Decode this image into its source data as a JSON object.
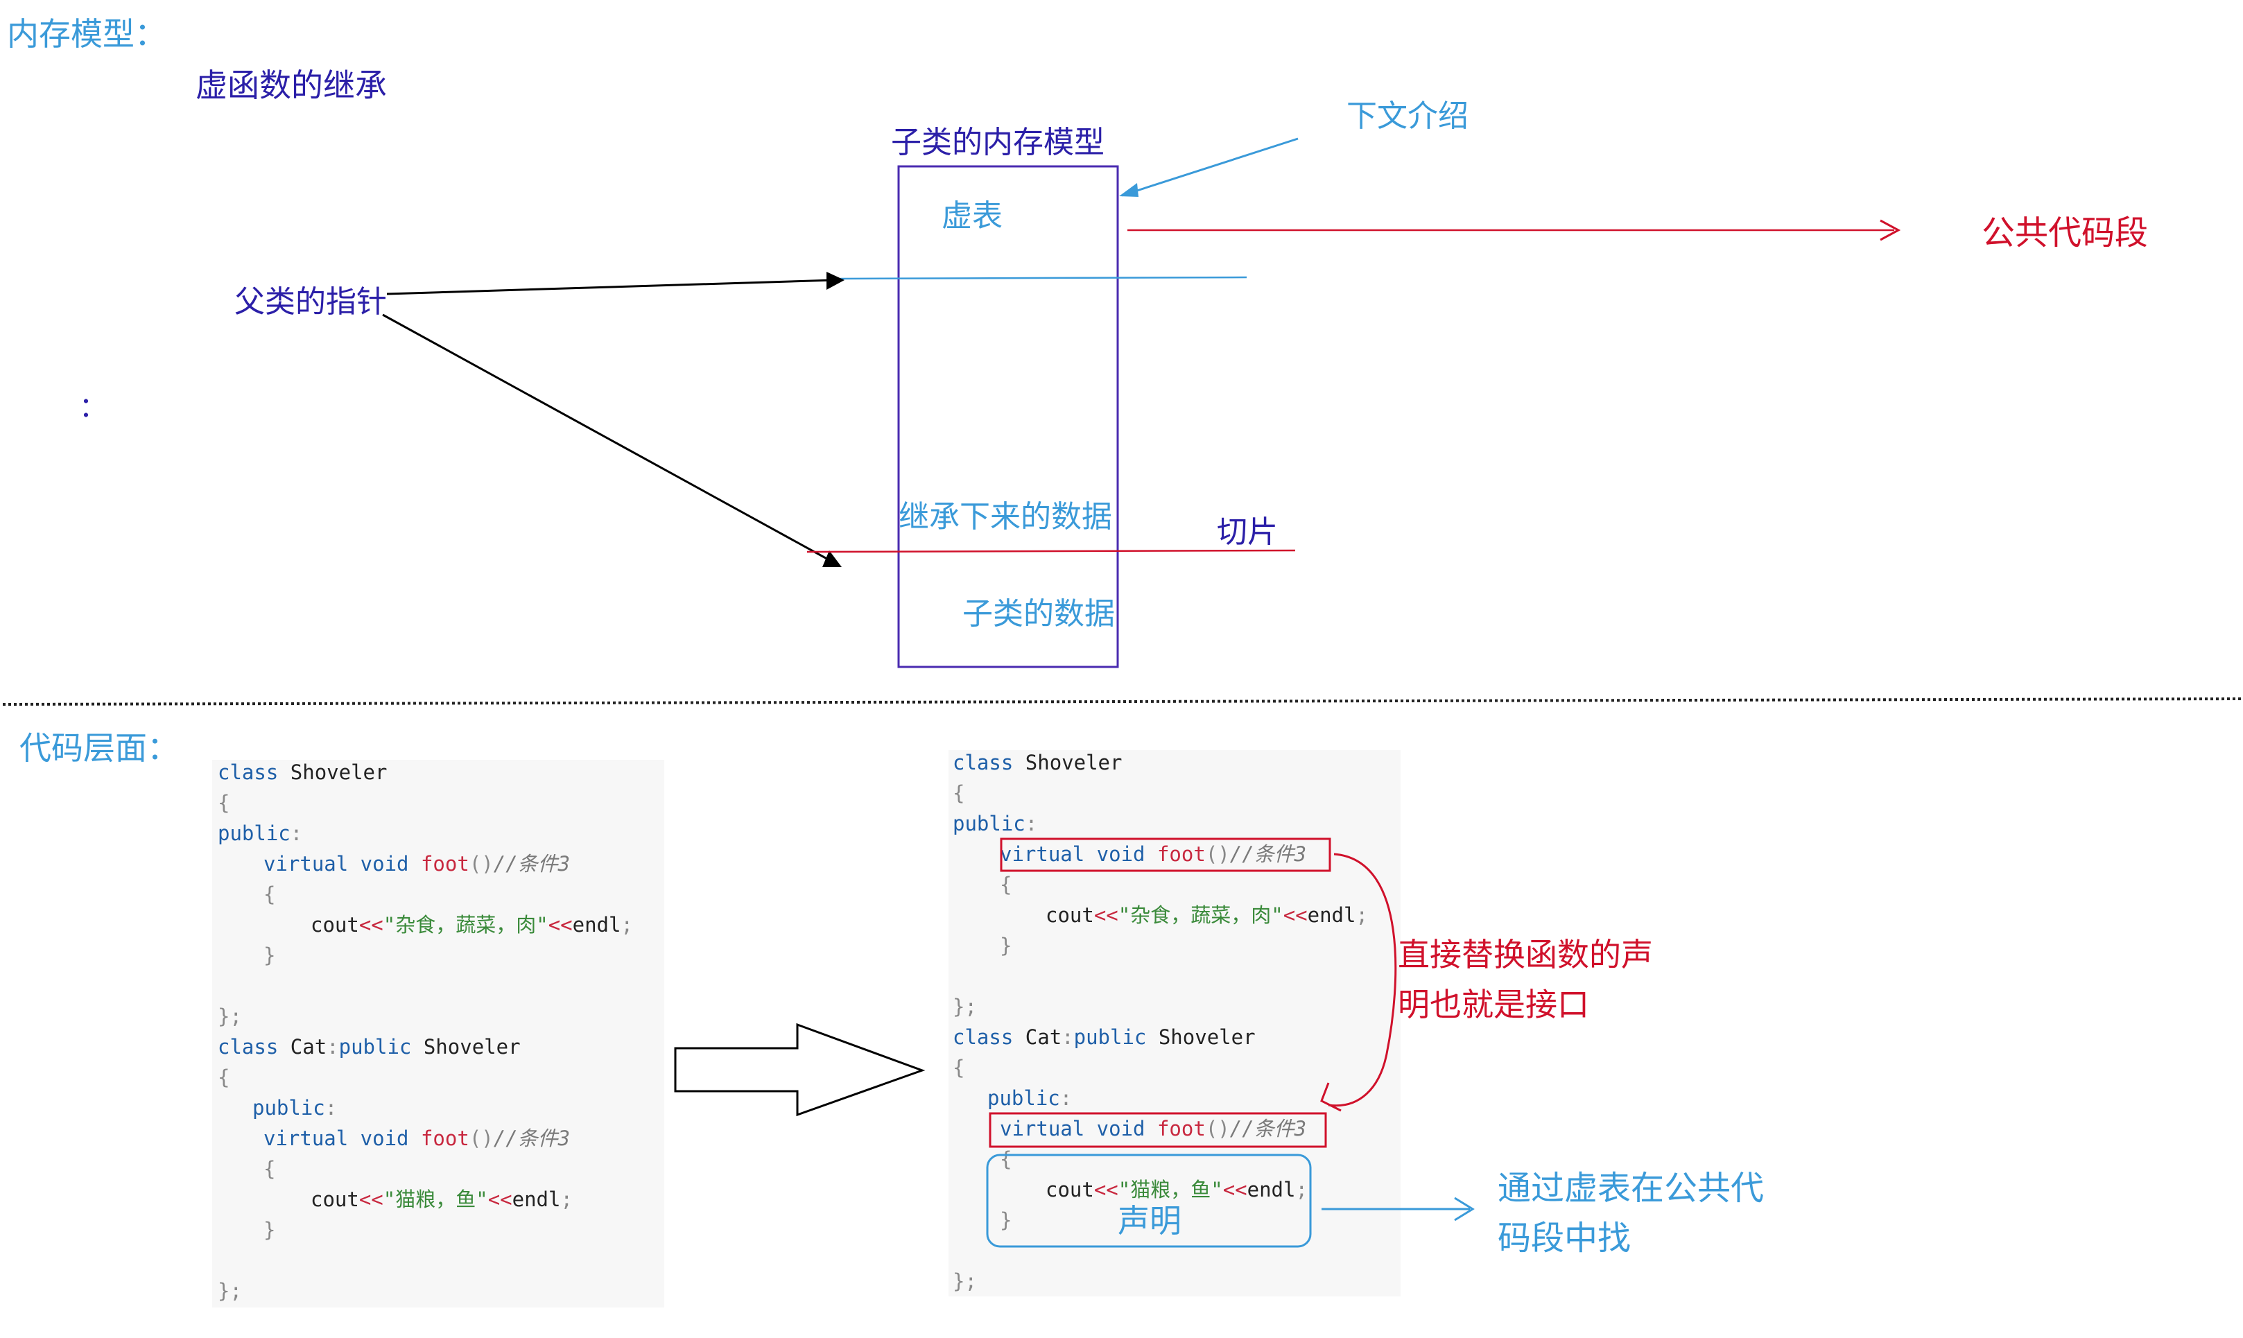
{
  "diagram": {
    "section_memory_title": "内存模型：",
    "inheritance_label": "虚函数的继承",
    "child_model_label": "子类的内存模型",
    "see_below_label": "下文介绍",
    "vtable_label": "虚表",
    "public_code_label": "公共代码段",
    "parent_pointer_label": "父类的指针",
    "stray_colon": "：",
    "inherited_data_label": "继承下来的数据",
    "slice_label": "切片",
    "child_data_label": "子类的数据",
    "section_code_title": "代码层面：",
    "replace_note_line1": "直接替换函数的声",
    "replace_note_line2": "明也就是接口",
    "declaration_label": "声明",
    "find_note_line1": "通过虚表在公共代",
    "find_note_line2": "码段中找"
  },
  "code_left": {
    "l1_kw": "class",
    "l1_name": " Shoveler",
    "l2": "{",
    "l3_kw": "public",
    "l3_colon": ":",
    "l4_kw": "virtual void",
    "l4_fn": " foot",
    "l4_paren": "()",
    "l4_cm": "//条件3",
    "l5": "{",
    "l6_a": "cout",
    "l6_op1": "<<",
    "l6_str": "\"杂食，蔬菜，肉\"",
    "l6_op2": "<<",
    "l6_b": "endl",
    "l6_semi": ";",
    "l7": "}",
    "l8": "};",
    "l9_kw": "class",
    "l9_name": " Cat",
    "l9_colon": ":",
    "l9_kw2": "public",
    "l9_base": " Shoveler",
    "l10": "{",
    "l11_kw": "public",
    "l11_colon": ":",
    "l12_kw": "virtual void",
    "l12_fn": " foot",
    "l12_paren": "()",
    "l12_cm": "//条件3",
    "l13": "{",
    "l14_a": "cout",
    "l14_op1": "<<",
    "l14_str": "\"猫粮，鱼\"",
    "l14_op2": "<<",
    "l14_b": "endl",
    "l14_semi": ";",
    "l15": "}",
    "l16": "};"
  },
  "code_right": {
    "l1_kw": "class",
    "l1_name": " Shoveler",
    "l2": "{",
    "l3_kw": "public",
    "l3_colon": ":",
    "l4_kw": "virtual void",
    "l4_fn": " foot",
    "l4_paren": "()",
    "l4_cm": "//条件3",
    "l5": "{",
    "l6_a": "cout",
    "l6_op1": "<<",
    "l6_str": "\"杂食，蔬菜，肉\"",
    "l6_op2": "<<",
    "l6_b": "endl",
    "l6_semi": ";",
    "l7": "}",
    "l8": "};",
    "l9_kw": "class",
    "l9_name": " Cat",
    "l9_colon": ":",
    "l9_kw2": "public",
    "l9_base": " Shoveler",
    "l10": "{",
    "l11_kw": "public",
    "l11_colon": ":",
    "l12_kw": "virtual void",
    "l12_fn": " foot",
    "l12_paren": "()",
    "l12_cm": "//条件3",
    "l13": "{",
    "l14_a": "cout",
    "l14_op1": "<<",
    "l14_str": "\"猫粮，鱼\"",
    "l14_op2": "<<",
    "l14_b": "endl",
    "l14_semi": ";",
    "l15": "}",
    "l16": "};"
  },
  "colors": {
    "blue_text": "#3a9ad9",
    "navy_text": "#2b1fa8",
    "red_accent": "#d0112b",
    "box_border": "#4a2bb0"
  }
}
